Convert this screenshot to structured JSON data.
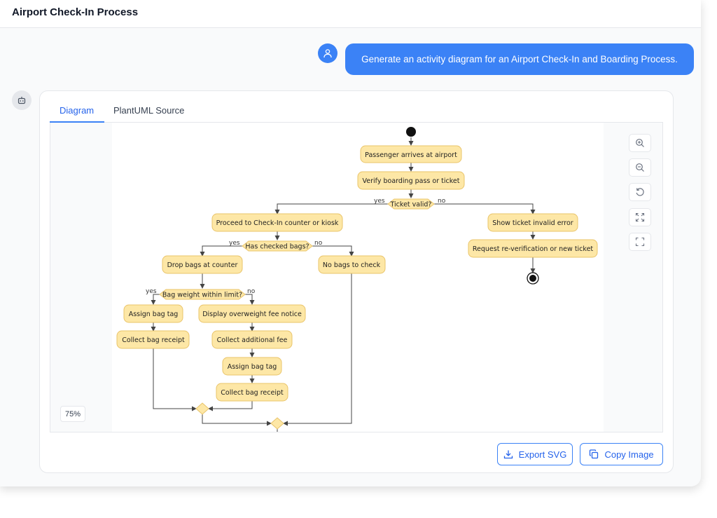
{
  "header": {
    "title": "Airport Check-In Process"
  },
  "chat": {
    "user_message": "Generate an activity diagram for an Airport Check-In and Boarding Process."
  },
  "tabs": [
    {
      "label": "Diagram",
      "active": true
    },
    {
      "label": "PlantUML Source",
      "active": false
    }
  ],
  "zoom_level": "75%",
  "actions": {
    "export_label": "Export SVG",
    "copy_label": "Copy Image"
  },
  "controls": [
    "zoom-in-icon",
    "zoom-out-icon",
    "reset-icon",
    "fit-icon",
    "fullscreen-icon"
  ],
  "diagram": {
    "nodes": {
      "arrive": "Passenger arrives at airport",
      "verify": "Verify boarding pass or ticket",
      "ticket_valid": "Ticket valid?",
      "proceed": "Proceed to Check-In counter or kiosk",
      "has_bags": "Has checked bags?",
      "drop_bags": "Drop bags at counter",
      "no_bags": "No bags to check",
      "weight": "Bag weight within limit?",
      "assign_tag_1": "Assign bag tag",
      "receipt_1": "Collect bag receipt",
      "overweight": "Display overweight fee notice",
      "collect_fee": "Collect additional fee",
      "assign_tag_2": "Assign bag tag",
      "receipt_2": "Collect bag receipt",
      "invalid": "Show ticket invalid error",
      "reverify": "Request re-verification or new ticket"
    },
    "labels": {
      "yes1": "yes",
      "no1": "no",
      "yes2": "yes",
      "no2": "no",
      "yes3": "yes",
      "no3": "no"
    }
  },
  "colors": {
    "accent": "#3b82f6",
    "node_fill": "#fde7a6",
    "node_stroke": "#e9c46a",
    "edge": "#444444"
  }
}
